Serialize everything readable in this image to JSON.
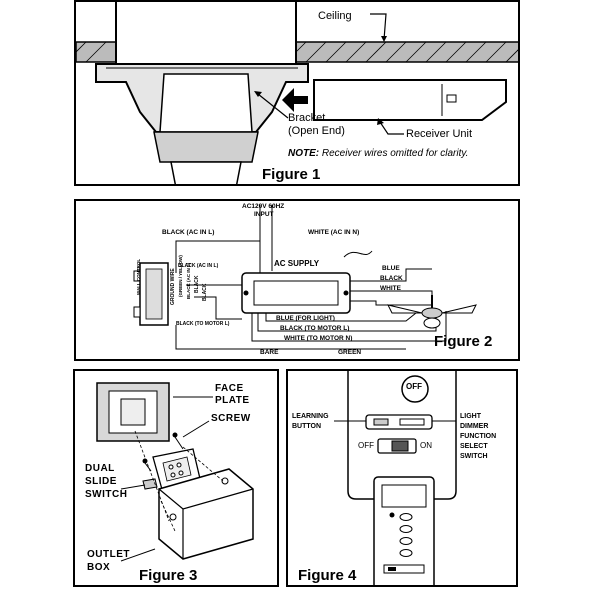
{
  "figure1": {
    "title": "Figure 1",
    "ceiling": "Ceiling",
    "bracket": "Bracket",
    "open_end": "(Open End)",
    "receiver": "Receiver Unit",
    "note_label": "NOTE:",
    "note_text": "Receiver wires omitted for clarity."
  },
  "figure2": {
    "title": "Figure 2",
    "ac_input": "AC120V 60HZ",
    "input": "INPUT",
    "black_ac_in": "BLACK (AC IN L)",
    "white_ac_in": "WHITE (AC IN N)",
    "black_ac_in_small": "BLACK (AC IN L)",
    "ac_supply": "AC SUPPLY",
    "blue": "BLUE",
    "black": "BLACK",
    "white": "WHITE",
    "blue_light": "BLUE (FOR LIGHT)",
    "black_motor": "BLACK (TO MOTOR L)",
    "white_motor": "WHITE (TO MOTOR N)",
    "black_to_motor_left": "BLACK (TO MOTOR L)",
    "bare": "BARE",
    "green": "GREEN",
    "wall_control": "WALL CONTROL",
    "ground_wire": "GROUND WIRE",
    "green_yellow": "(GREEN / YELLOW)",
    "black_ac_in_v": "BLACK (AC IN L)",
    "black_v1": "BLACK",
    "black_v2": "BLACK"
  },
  "figure3": {
    "title": "Figure 3",
    "face_plate_1": "FACE",
    "face_plate_2": "PLATE",
    "screw": "SCREW",
    "dual_1": "DUAL",
    "dual_2": "SLIDE",
    "dual_3": "SWITCH",
    "outlet_1": "OUTLET",
    "outlet_2": "BOX"
  },
  "figure4": {
    "title": "Figure 4",
    "off_button": "OFF",
    "learning_1": "LEARNING",
    "learning_2": "BUTTON",
    "light_1": "LIGHT",
    "light_2": "DIMMER",
    "light_3": "FUNCTION",
    "light_4": "SELECT",
    "light_5": "SWITCH",
    "switch_off": "OFF",
    "switch_on": "ON"
  }
}
